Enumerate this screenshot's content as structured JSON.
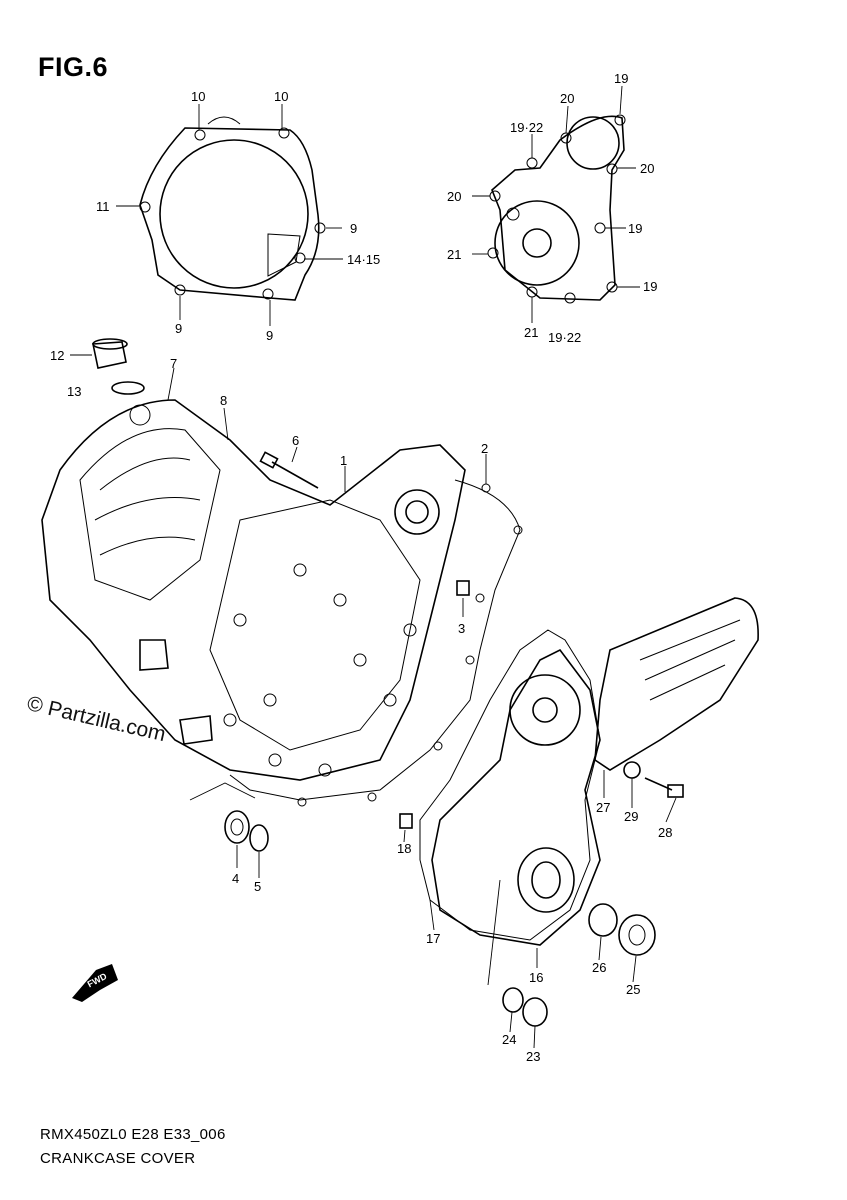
{
  "figure": {
    "title": "FIG.6",
    "model_code": "RMX450ZL0 E28 E33_006",
    "caption": "CRANKCASE COVER",
    "watermark": "© Partzilla.com",
    "fwd_label": "FWD"
  },
  "part_labels": {
    "p1": "1",
    "p2": "2",
    "p3": "3",
    "p4": "4",
    "p5": "5",
    "p6": "6",
    "p7": "7",
    "p8": "8",
    "p12": "12",
    "p13": "13",
    "p16": "16",
    "p17": "17",
    "p18": "18",
    "p23": "23",
    "p24": "24",
    "p25": "25",
    "p26": "26",
    "p27": "27",
    "p28": "28",
    "p29": "29",
    "c10a": "10",
    "c10b": "10",
    "c11": "11",
    "c9a": "9",
    "c1415": "14·15",
    "c9b": "9",
    "c9c": "9",
    "g19a": "19",
    "g20a": "20",
    "g1922a": "19·22",
    "g20b": "20",
    "g20c": "20",
    "g19b": "19",
    "g21a": "21",
    "g19c": "19",
    "g21b": "21",
    "g1922b": "19·22"
  }
}
